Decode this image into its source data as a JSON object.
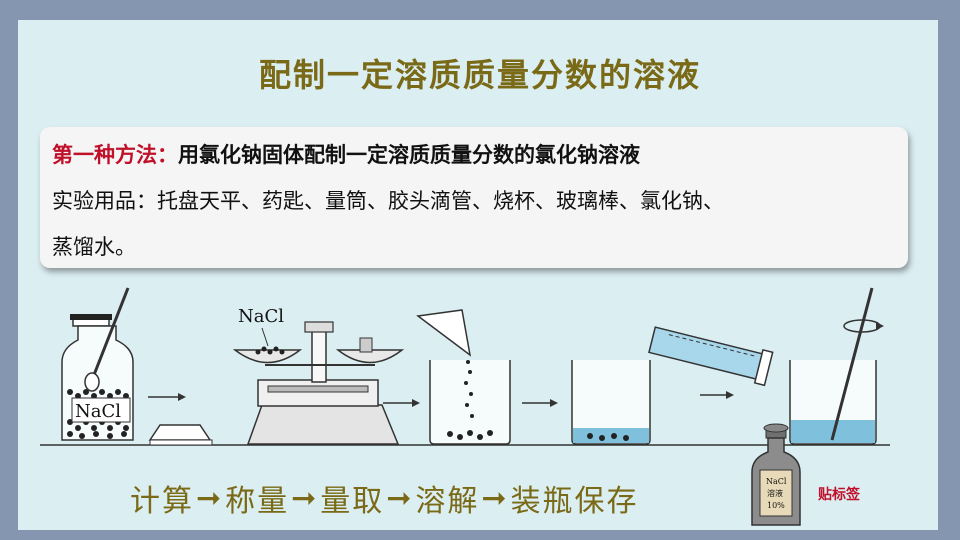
{
  "title": "配制一定溶质质量分数的溶液",
  "card": {
    "method_label": "第一种方法：",
    "method_text": "用氯化钠固体配制一定溶质质量分数的氯化钠溶液",
    "items_line1": "实验用品：托盘天平、药匙、量筒、胶头滴管、烧杯、玻璃棒、氯化钠、",
    "items_line2": "蒸馏水。"
  },
  "diagram": {
    "jar_label": "NaCl",
    "balance_label": "NaCl",
    "bottle_label_line1": "NaCl",
    "bottle_label_line2": "溶液",
    "bottle_label_line3": "10%",
    "tag_label": "贴标签"
  },
  "steps": [
    "计算",
    "称量",
    "量取",
    "溶解",
    "装瓶保存"
  ],
  "step_arrow": "➞"
}
